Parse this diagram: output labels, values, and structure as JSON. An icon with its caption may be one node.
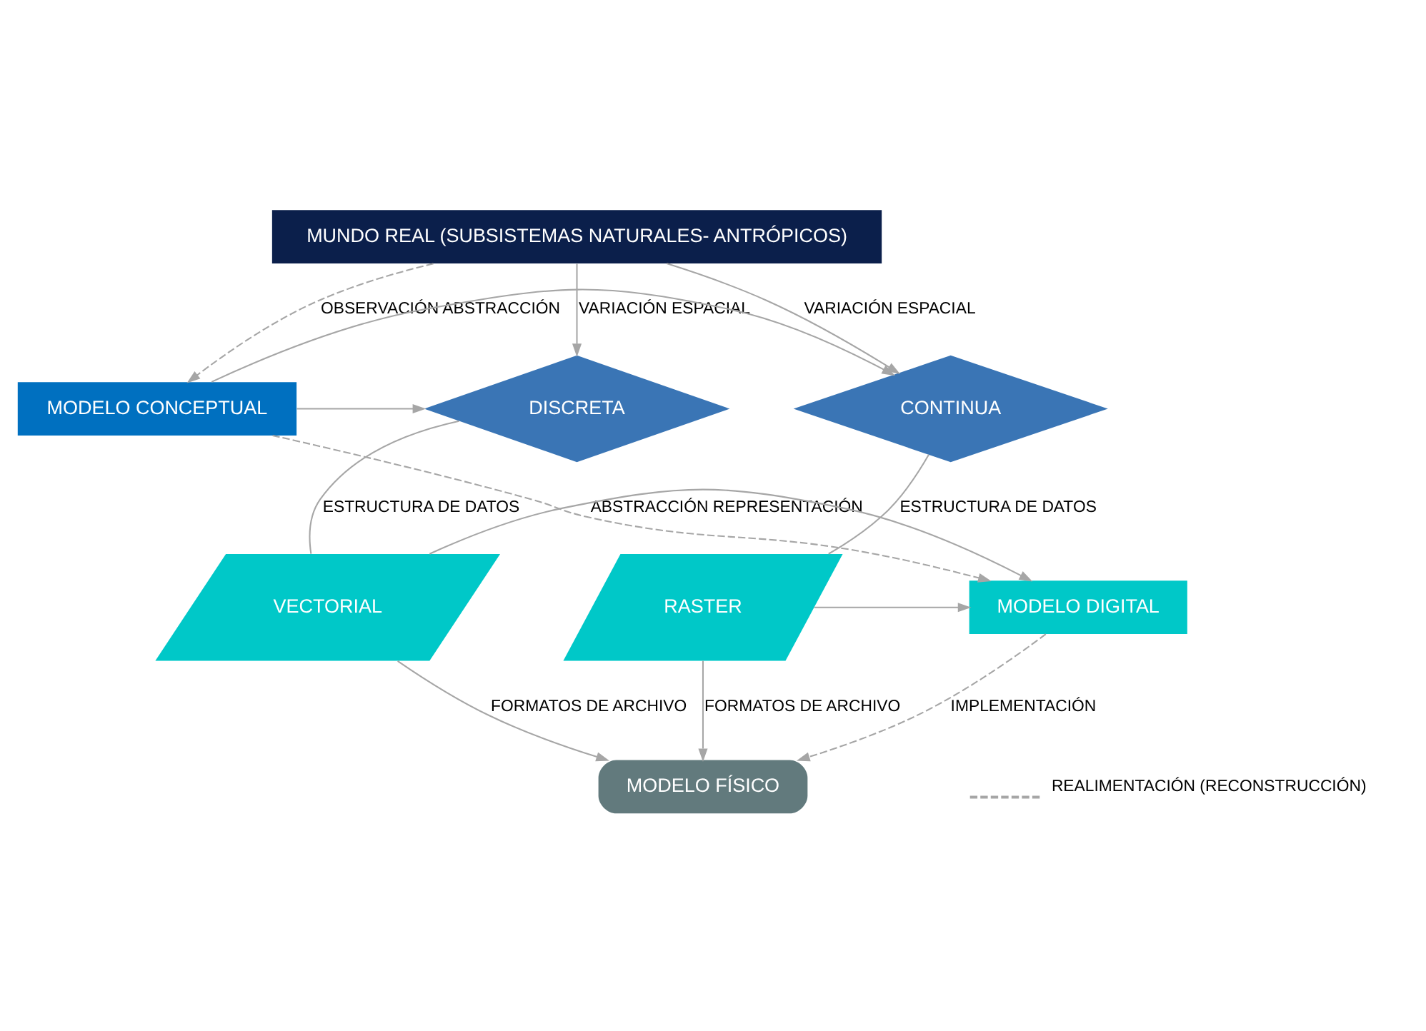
{
  "diagram": {
    "nodes": [
      {
        "text": [
          "MUNDO REAL (SUBSISTEMAS NATURALES- ANTRÓPICOS)"
        ]
      },
      {
        "text": [
          "DISCRETA"
        ]
      },
      {
        "text": [
          "MODELO CONCEPTUAL"
        ]
      },
      {
        "text": [
          "CONTINUA"
        ]
      },
      {
        "text": [
          "VECTORIAL"
        ]
      },
      {
        "text": [
          "MODELO DIGITAL"
        ]
      },
      {
        "text": [
          "RASTER"
        ]
      },
      {
        "text": [
          "MODELO FÍSICO"
        ]
      }
    ],
    "edges": [
      {
        "from": 0,
        "to": 1,
        "arrow": "to",
        "label": "VARIACIÓN ESPACIAL"
      },
      {
        "from": 0,
        "to": 2,
        "arrow": "to",
        "label": "OBSERVACIÓN ABSTRACCIÓN",
        "style": "dashed"
      },
      {
        "from": 0,
        "to": 3,
        "arrow": "to",
        "label": "VARIACIÓN ESPACIAL"
      },
      {
        "from": 2,
        "to": 1,
        "arrow": "to"
      },
      {
        "from": 2,
        "to": 3,
        "arrow": "to"
      },
      {
        "from": 1,
        "to": 4,
        "arrow": "none",
        "label": "ESTRUCTURA DE DATOS"
      },
      {
        "from": 2,
        "to": 5,
        "arrow": "to",
        "label": "ABSTRACCIÓN REPRESENTACIÓN",
        "style": "dashed"
      },
      {
        "from": 3,
        "to": 6,
        "arrow": "none",
        "label": "ESTRUCTURA DE DATOS"
      },
      {
        "from": 4,
        "to": 5,
        "arrow": "to"
      },
      {
        "from": 6,
        "to": 5,
        "arrow": "to"
      },
      {
        "from": 4,
        "to": 7,
        "arrow": "to",
        "label": "FORMATOS DE ARCHIVO"
      },
      {
        "from": 5,
        "to": 7,
        "arrow": "to",
        "label": "IMPLEMENTACIÓN",
        "style": "dashed"
      },
      {
        "from": 6,
        "to": 7,
        "arrow": "to",
        "label": "FORMATOS DE ARCHIVO"
      }
    ],
    "legend": [
      {
        "text": "REALIMENTACIÓN (RECONSTRUCCIÓN)"
      }
    ]
  }
}
